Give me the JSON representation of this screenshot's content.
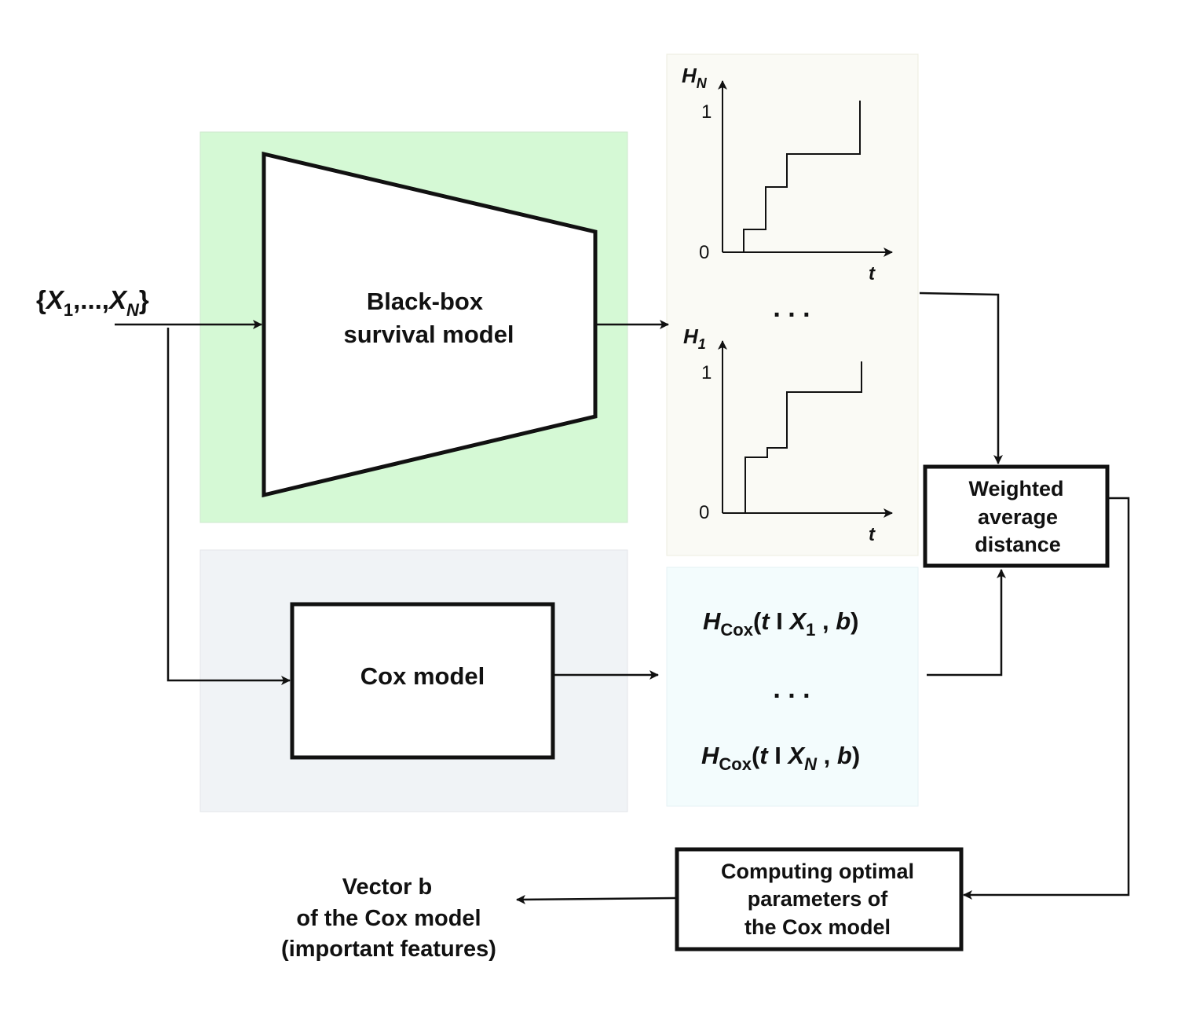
{
  "colors": {
    "blackbox_panel": "#d5f9d5",
    "cox_panel": "#f0f3f6",
    "plots_panel": "#fafaf5",
    "formulas_panel": "#f3fcfd",
    "stroke": "#111111"
  },
  "input": {
    "open": "{",
    "x": "X",
    "sub_1": "1",
    "mid": ",...,",
    "sub_n": "N",
    "close": "}"
  },
  "blackbox": {
    "line1": "Black-box",
    "line2": "survival model"
  },
  "cox_model": {
    "label": "Cox model"
  },
  "plots": {
    "top": {
      "y_symbol": "H",
      "y_sub": "N",
      "tick_1": "1",
      "tick_0": "0",
      "x_symbol": "t"
    },
    "dots": ". . .",
    "bottom": {
      "y_symbol": "H",
      "y_sub": "1",
      "tick_1": "1",
      "tick_0": "0",
      "x_symbol": "t"
    }
  },
  "cox_formulas": {
    "first": {
      "h": "H",
      "sub": "Cox",
      "open": "(",
      "t": "t",
      "bar": " I ",
      "x": "X",
      "x_sub": "1",
      "comma": " , ",
      "b": "b",
      "close": ")"
    },
    "dots": ". . .",
    "last": {
      "h": "H",
      "sub": "Cox",
      "open": "(",
      "t": "t",
      "bar": " I ",
      "x": "X",
      "x_sub": "N",
      "comma": " , ",
      "b": "b",
      "close": ")"
    }
  },
  "weighted_box": {
    "line1": "Weighted",
    "line2": "average",
    "line3": "distance"
  },
  "optimal_box": {
    "line1": "Computing optimal",
    "line2": "parameters of",
    "line3": "the Cox model"
  },
  "output": {
    "line1": "Vector b",
    "line2": "of the Cox model",
    "line3": "(important features)"
  }
}
